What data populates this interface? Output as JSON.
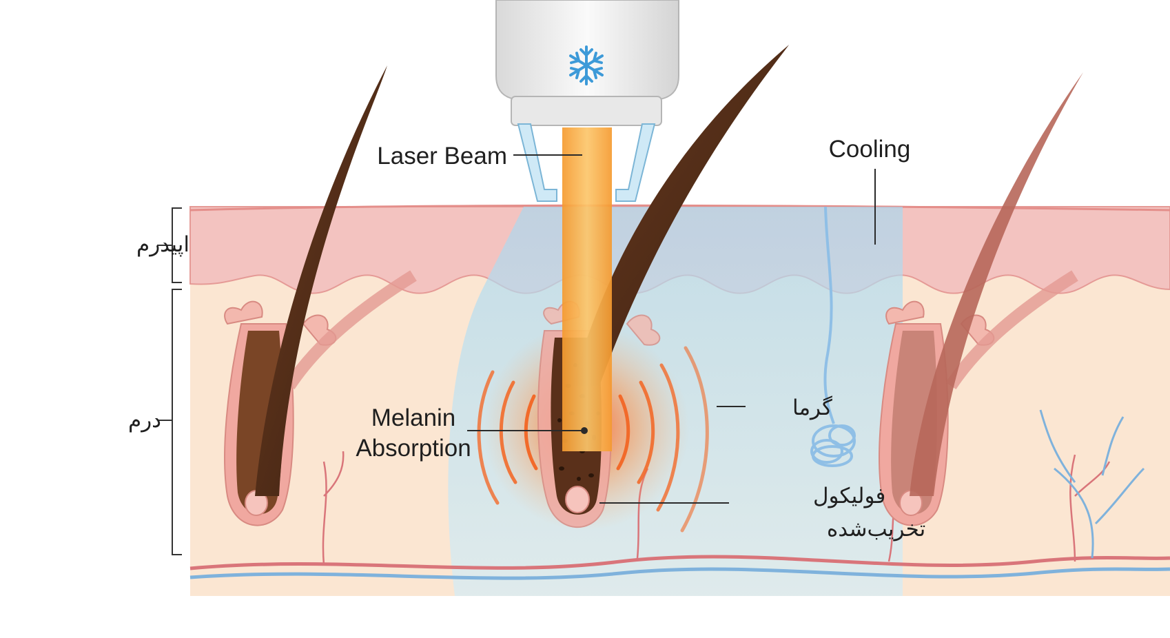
{
  "labels": {
    "laser_beam": "Laser Beam",
    "cooling": "Cooling",
    "epidermis": "اپیدرم",
    "dermis": "درم",
    "melanin_line1": "Melanin",
    "melanin_line2": "Absorption",
    "heat": "گرما",
    "follicle_line1": "فولیکول",
    "follicle_line2": "تخریب‌شده"
  },
  "icons": {
    "device_badge": "snowflake-icon"
  },
  "colors": {
    "epidermis": "#f3c3c0",
    "dermis": "#fbe6d2",
    "cooling_zone": "#bfe3f3",
    "laser": "#f7a23c",
    "heat_rings": "#f26a2a",
    "hair_dark": "#4a2a17",
    "hair_light": "#b7675a",
    "vein": "#7fb2dc",
    "artery": "#d9757a",
    "snowflake": "#3d9ad8"
  }
}
